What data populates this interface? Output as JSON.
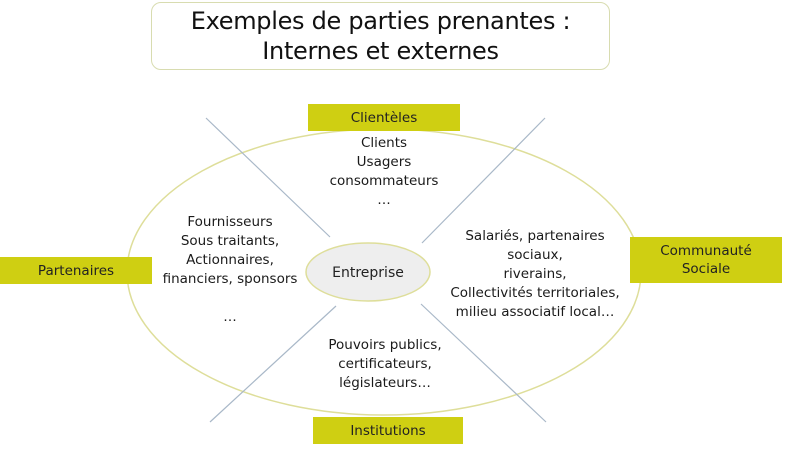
{
  "title": {
    "line1": "Exemples de parties prenantes :",
    "line2": "Internes et externes"
  },
  "center": {
    "label": "Entreprise"
  },
  "categories": {
    "top": {
      "label": "Clientèles",
      "items": [
        "Clients",
        "Usagers",
        "consommateurs",
        "…"
      ]
    },
    "left": {
      "label": "Partenaires",
      "items": [
        "Fournisseurs",
        "Sous traitants,",
        "Actionnaires,",
        "financiers, sponsors",
        "",
        "…"
      ]
    },
    "right": {
      "label_line1": "Communauté",
      "label_line2": "Sociale",
      "items": [
        "Salariés, partenaires",
        "sociaux,",
        "riverains,",
        "Collectivités territoriales,",
        "milieu associatif local…"
      ]
    },
    "bottom": {
      "label": "Institutions",
      "items": [
        "Pouvoirs publics,",
        "certificateurs,",
        "législateurs…"
      ]
    }
  },
  "colors": {
    "label_fill": "#cfcf12",
    "ellipse_stroke": "#dede9a",
    "divider_line": "#a9b8c8",
    "center_fill": "#eeeeee"
  }
}
